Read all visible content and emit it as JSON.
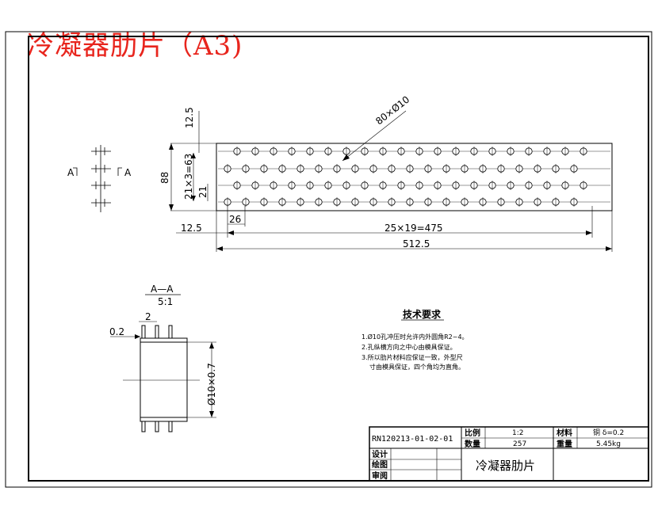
{
  "title": "冷凝器肋片（A3)",
  "plan_dims": {
    "top_offset": "12.5",
    "height": "88",
    "row_spacing": "21×3=63",
    "row_offset": "21",
    "left_offset": "12.5",
    "stagger": "26",
    "hole_pitch": "25×19=475",
    "total_length": "512.5",
    "hole_callout": "80×Ø10"
  },
  "section_marks": {
    "left": "A",
    "right": "A"
  },
  "section_view": {
    "title": "A—A",
    "scale": "5:1",
    "thickness": "0.2",
    "flange": "2",
    "diameter": "Ø10×0.7"
  },
  "tech_req": {
    "heading": "技术要求",
    "items": [
      "1.Ø10孔冲压时允许内外圆角R2~4。",
      "2.孔纵横方向之中心由模具保证。",
      "3.所以肋片材料应保证一致，外型尺",
      "寸由模具保证，四个角均为直角。"
    ]
  },
  "title_block": {
    "drawing_no": "RN120213-01-02-01",
    "scale_label": "比例",
    "scale_value": "1:2",
    "qty_label": "数量",
    "qty_value": "257",
    "material_label": "材料",
    "material_value": "铜 δ=0.2",
    "weight_label": "重量",
    "weight_value": "5.45kg",
    "design_label": "设计",
    "draft_label": "绘图",
    "review_label": "审阅",
    "part_name": "冷凝器肋片"
  }
}
